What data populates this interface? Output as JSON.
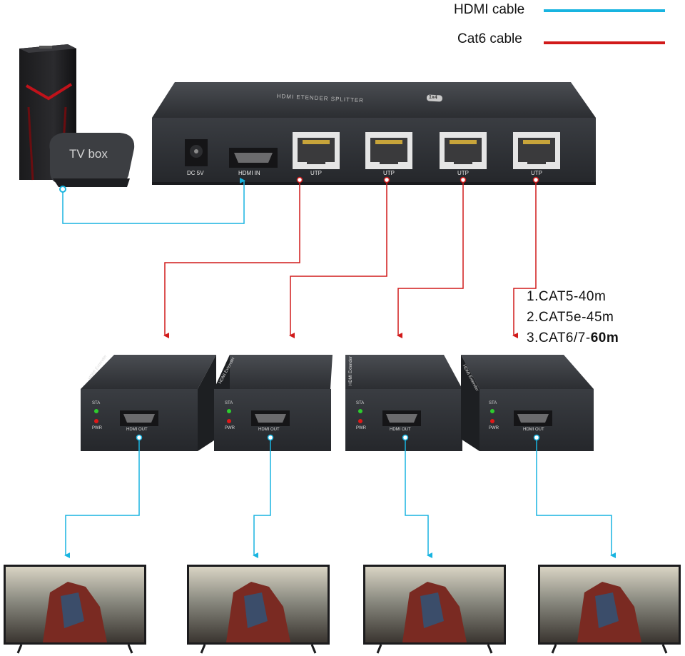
{
  "legend": {
    "hdmi_label": "HDMI cable",
    "hdmi_color": "#18b4e0",
    "cat6_label": "Cat6 cable",
    "cat6_color": "#d11a1a"
  },
  "source": {
    "tv_box_label": "TV box"
  },
  "splitter": {
    "top_text": "HDMI ETENDER SPLITTER",
    "top_badge": "1x4",
    "dc_label": "DC 5V",
    "hdmi_in_label": "HDMI IN",
    "utp_labels": [
      "UTP",
      "UTP",
      "UTP",
      "UTP"
    ]
  },
  "receivers": [
    {
      "sta": "STA",
      "pwr": "PWR",
      "hdmi_out": "HDMI OUT",
      "side": "HDMI Extender"
    },
    {
      "sta": "STA",
      "pwr": "PWR",
      "hdmi_out": "HDMI OUT",
      "side": "HDMI Extender"
    },
    {
      "sta": "STA",
      "pwr": "PWR",
      "hdmi_out": "HDMI OUT",
      "side": "HDMI Extender"
    },
    {
      "sta": "STA",
      "pwr": "PWR",
      "hdmi_out": "HDMI OUT",
      "side": "HDMI Extender"
    }
  ],
  "distances": {
    "line1": "1.CAT5-40m",
    "line2": "2.CAT5e-45m",
    "line3_prefix": "3.CAT6/7-",
    "line3_bold": "60m"
  }
}
